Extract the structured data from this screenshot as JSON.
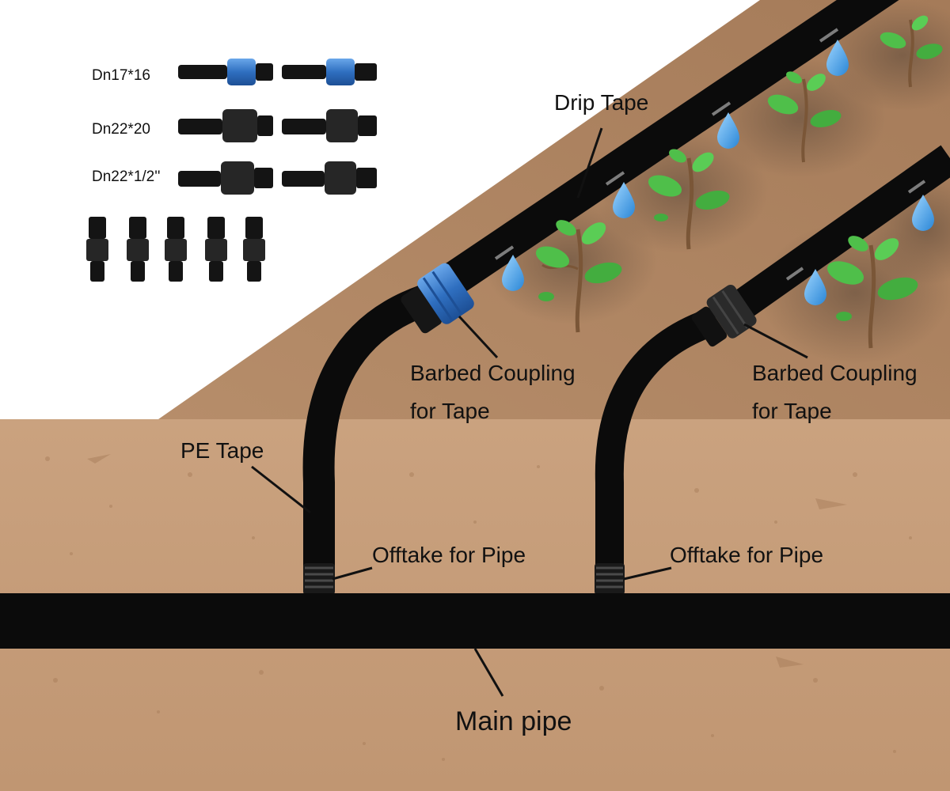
{
  "labels": {
    "drip_tape": "Drip Tape",
    "coupling_1_line1": "Barbed Coupling",
    "coupling_1_line2": "for Tape",
    "coupling_2_line1": "Barbed Coupling",
    "coupling_2_line2": "for Tape",
    "pe_tape": "PE Tape",
    "offtake_1": "Offtake for Pipe",
    "offtake_2": "Offtake for Pipe",
    "main_pipe": "Main pipe"
  },
  "spec_rows": [
    "Dn17*16",
    "Dn22*20",
    "Dn22*1/2''"
  ],
  "colors": {
    "soil": "#c59c78",
    "soil_dark": "#a8805e",
    "pipe": "#0b0b0b",
    "coupling_blue": "#3577c4",
    "coupling_black": "#1c1c1c",
    "leaf": "#4fbf4a",
    "stem": "#7a5637",
    "drop": "#3f9be0"
  }
}
